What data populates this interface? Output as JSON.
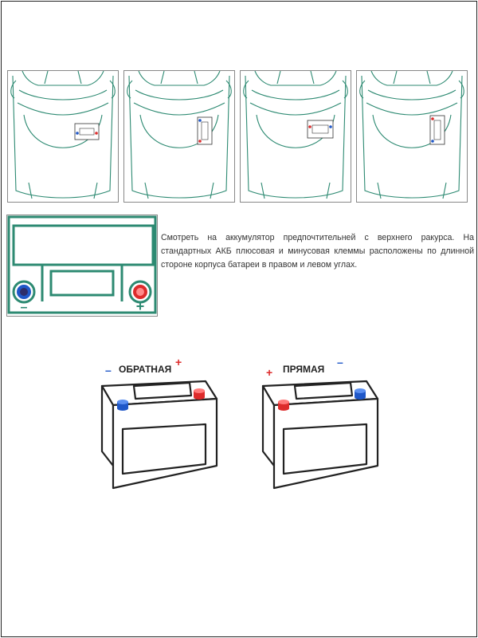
{
  "description": "Смотреть на аккумулятор предпочтительней с верхнего ракурса. На стандартных АКБ плюсовая и минусовая клеммы расположены по длинной стороне корпуса батареи в правом и левом углах.",
  "polarity": {
    "reverse": {
      "label": "ОБРАТНАЯ",
      "minus": "–",
      "plus": "+"
    },
    "direct": {
      "label": "ПРЯМАЯ",
      "minus": "–",
      "plus": "+"
    }
  },
  "battery_icon": {
    "minus": "–",
    "plus": "+"
  },
  "colors": {
    "outline_green": "#2d8a72",
    "minus_blue": "#1f57c8",
    "plus_red": "#dd2b2b"
  },
  "icons": [
    "car-top-view-icon",
    "battery-terminals-icon",
    "car-battery-icon"
  ]
}
